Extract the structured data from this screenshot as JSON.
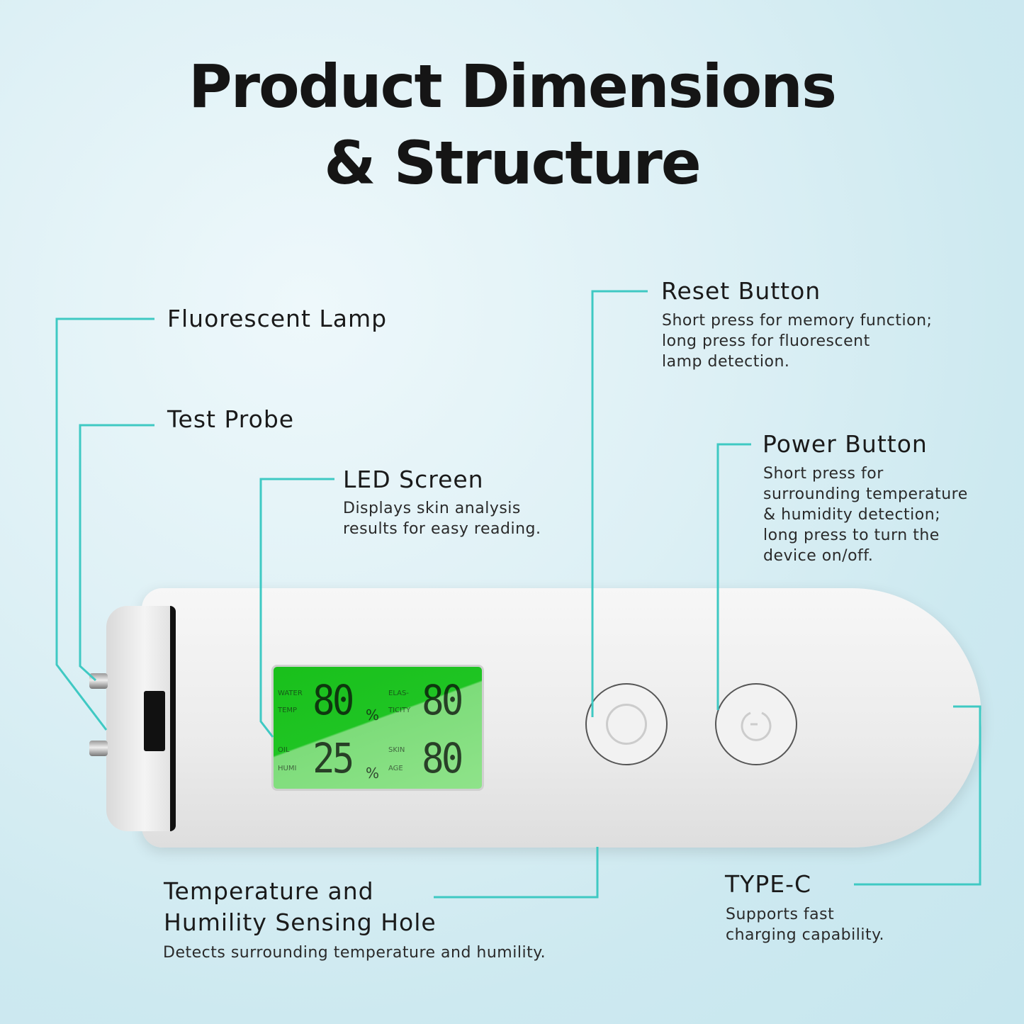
{
  "title": {
    "line1": "Product Dimensions",
    "line2": "& Structure"
  },
  "callouts": {
    "fluorescent_lamp": {
      "label": "Fluorescent Lamp"
    },
    "test_probe": {
      "label": "Test Probe"
    },
    "led_screen": {
      "label": "LED Screen",
      "desc": [
        "Displays skin analysis",
        "results for easy reading."
      ]
    },
    "reset_button": {
      "label": "Reset Button",
      "desc": [
        "Short press for memory function;",
        "long press for fluorescent",
        "lamp detection."
      ]
    },
    "power_button": {
      "label": "Power Button",
      "desc": [
        "Short press for",
        "surrounding temperature",
        "& humidity detection;",
        "long press to turn the",
        "device on/off."
      ]
    },
    "sensing_hole": {
      "label": [
        "Temperature and",
        "Humility Sensing Hole"
      ],
      "desc": "Detects surrounding temperature and humility."
    },
    "type_c": {
      "label": "TYPE-C",
      "desc": [
        "Supports fast",
        "charging capability."
      ]
    }
  },
  "lcd": {
    "water": "WATER",
    "temp": "TEMP",
    "oil": "OIL",
    "humi": "HUMI",
    "elas": "ELAS-",
    "ticity": "TICITY",
    "skin": "SKIN",
    "age": "AGE",
    "val1": "80",
    "val2": "80",
    "val3": "25",
    "val4": "80",
    "pct": "%"
  },
  "colors": {
    "accent": "#3fc9c3",
    "lcd_green": "#1fc423"
  }
}
